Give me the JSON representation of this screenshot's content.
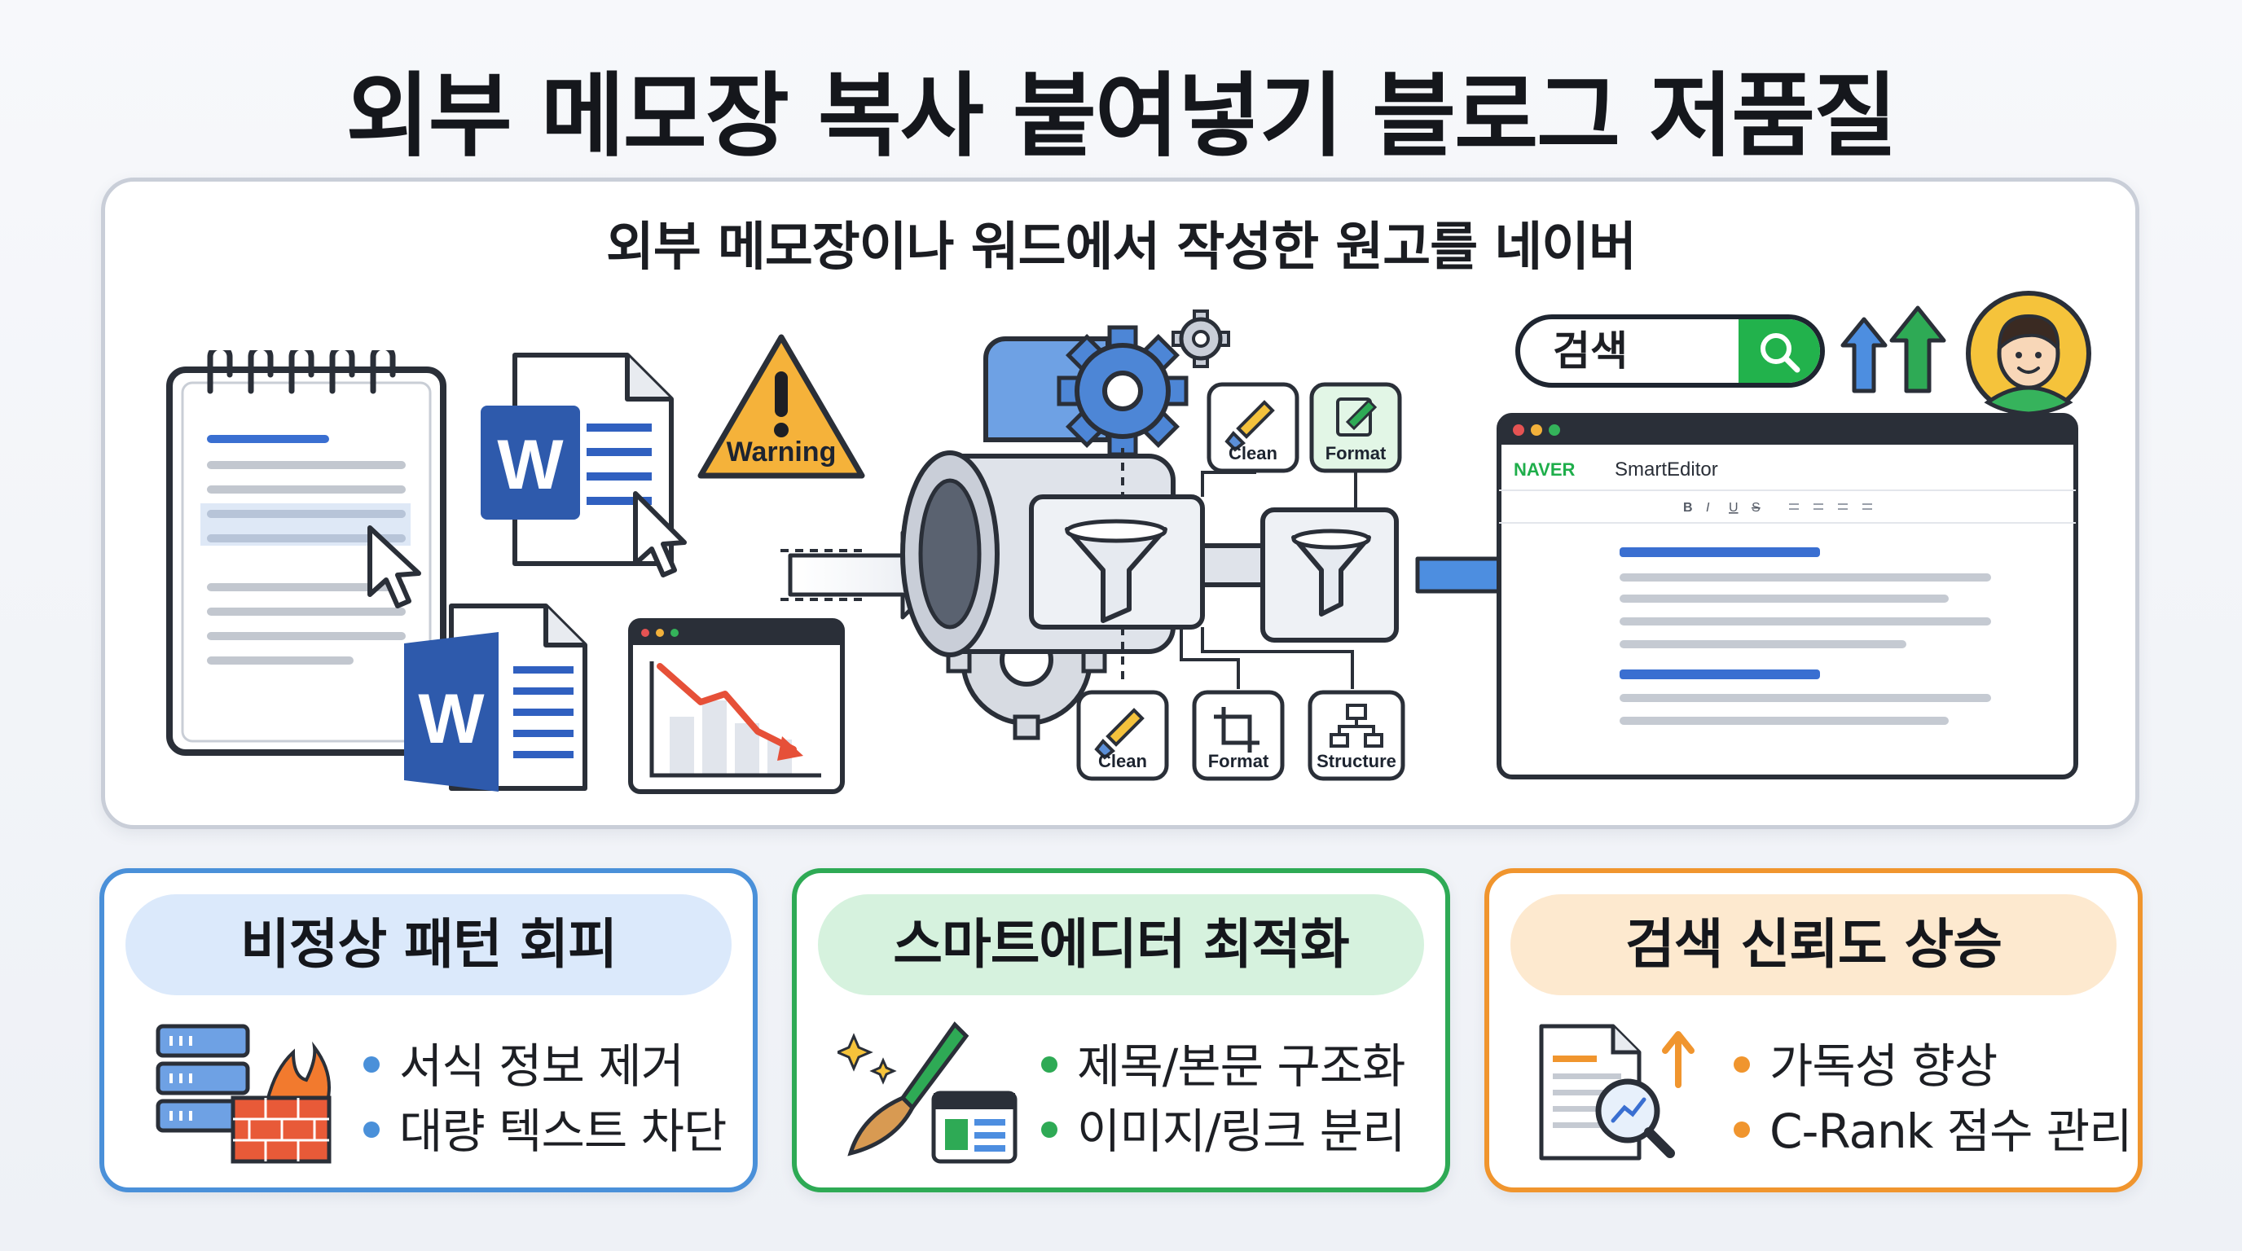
{
  "title": "외부 메모장 복사 붙여넣기 블로그 저품질",
  "subtitle": "외부 메모장이나 워드에서 작성한 원고를 네이버",
  "diagram": {
    "word_logo": "W",
    "warning_label": "Warning",
    "tools_top": [
      "Clean",
      "Format"
    ],
    "tools_bottom": [
      "Clean",
      "Format",
      "Structure"
    ],
    "search_text": "검색",
    "editor": {
      "brand": "NAVER",
      "name": "SmartEditor",
      "toolbar": [
        "B",
        "I",
        "U",
        "S"
      ]
    }
  },
  "cards": [
    {
      "header": "비정상 패턴 회피",
      "bullets": [
        "서식 정보 제거",
        "대량 텍스트 차단"
      ],
      "accent": "#4a90d9",
      "header_bg": "#dbe9fb"
    },
    {
      "header": "스마트에디터 최적화",
      "bullets": [
        "제목/본문 구조화",
        "이미지/링크 분리"
      ],
      "accent": "#2eaa55",
      "header_bg": "#d6f2de"
    },
    {
      "header": "검색 신뢰도 상승",
      "bullets": [
        "가독성 향상",
        "C-Rank 점수 관리"
      ],
      "accent": "#f0952e",
      "header_bg": "#fde9cf"
    }
  ]
}
